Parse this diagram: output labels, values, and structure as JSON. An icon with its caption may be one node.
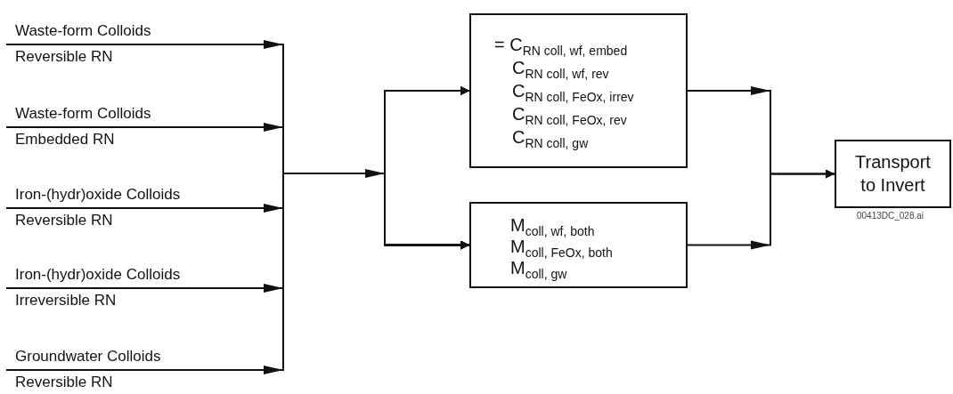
{
  "diagram": {
    "nodes": [
      {
        "text": [
          "Waste-form Colloids",
          "Reversible RN"
        ]
      },
      {
        "text": [
          "Waste-form Colloids",
          "Embedded RN"
        ]
      },
      {
        "text": [
          "Iron-(hydr)oxide Colloids",
          "Reversible RN"
        ]
      },
      {
        "text": [
          "Iron-(hydr)oxide Colloids",
          "Irreversible RN"
        ]
      },
      {
        "text": [
          "Groundwater Colloids",
          "Reversible RN"
        ]
      },
      {
        "text": [
          "= C$_{RN coll, wf, embed}$",
          "C$_{RN coll, wf, rev}$",
          "C$_{RN coll, FeOx, irrev}$",
          "C$_{RN coll, FeOx, rev}$",
          "C$_{RN coll, gw}$"
        ]
      },
      {
        "text": [
          "M$_{coll, wf, both}$",
          "M$_{coll, FeOx, both}$",
          "M$_{coll, gw}$"
        ]
      },
      {
        "text": [
          "Transport to Invert"
        ]
      }
    ],
    "edges": [
      {
        "from": 0,
        "to": 5,
        "arrow": "to"
      },
      {
        "from": 1,
        "to": 5,
        "arrow": "to"
      },
      {
        "from": 2,
        "to": 5,
        "arrow": "to"
      },
      {
        "from": 3,
        "to": 5,
        "arrow": "to"
      },
      {
        "from": 4,
        "to": 5,
        "arrow": "to"
      },
      {
        "from": 0,
        "to": 6,
        "arrow": "to"
      },
      {
        "from": 1,
        "to": 6,
        "arrow": "to"
      },
      {
        "from": 2,
        "to": 6,
        "arrow": "to"
      },
      {
        "from": 3,
        "to": 6,
        "arrow": "to"
      },
      {
        "from": 4,
        "to": 6,
        "arrow": "to"
      },
      {
        "from": 5,
        "to": 7,
        "arrow": "to"
      },
      {
        "from": 6,
        "to": 7,
        "arrow": "to"
      }
    ],
    "labels": [
      "00413DC_028.ai"
    ]
  }
}
